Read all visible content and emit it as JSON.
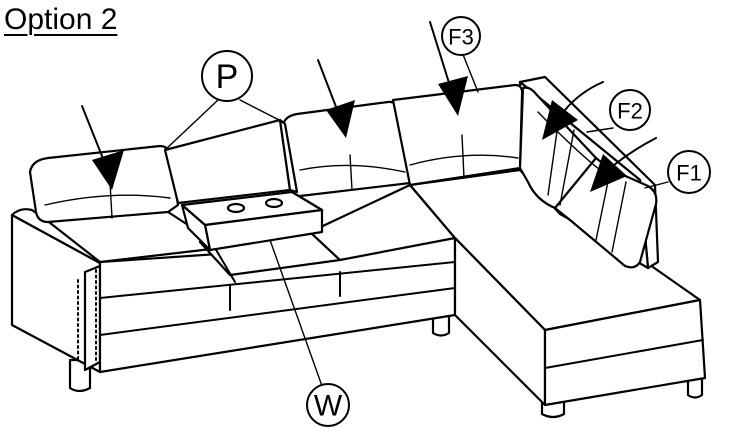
{
  "title": "Option 2",
  "callouts": {
    "p": "P",
    "w": "W",
    "f1": "F1",
    "f2": "F2",
    "f3": "F3"
  }
}
